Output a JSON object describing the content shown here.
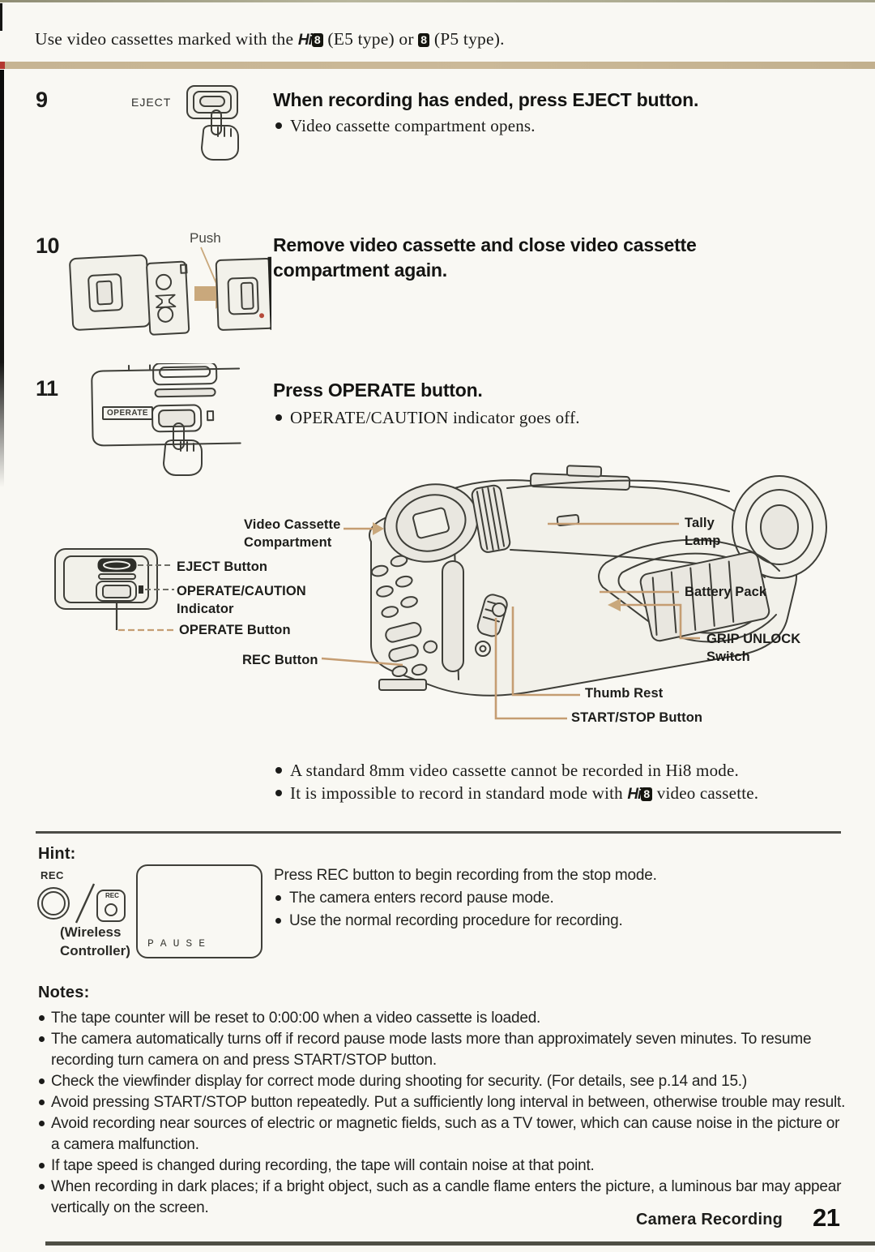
{
  "header": {
    "pre": "Use video cassettes marked with the ",
    "hi8_hi": "Hi",
    "hi8_8": "8",
    "mid": " (E5 type) or ",
    "p8": "8",
    "post": " (P5 type)."
  },
  "steps": {
    "s9": {
      "number": "9",
      "icon_label": "EJECT",
      "heading": "When recording has ended, press EJECT button.",
      "bullet": "Video cassette compartment opens."
    },
    "s10": {
      "number": "10",
      "icon_label": "Push",
      "heading": "Remove video cassette and close video cassette compartment again."
    },
    "s11": {
      "number": "11",
      "icon_label": "OPERATE",
      "heading": "Press OPERATE button.",
      "bullet": "OPERATE/CAUTION indicator goes off."
    }
  },
  "diagram": {
    "labels": {
      "video_cassette_1": "Video Cassette",
      "video_cassette_2": "Compartment",
      "eject": "EJECT Button",
      "op_caution_1": "OPERATE/CAUTION",
      "op_caution_2": "Indicator",
      "operate": "OPERATE Button",
      "rec": "REC Button",
      "tally_1": "Tally",
      "tally_2": "Lamp",
      "battery": "Battery Pack",
      "grip_1": "GRIP UNLOCK",
      "grip_2": "Switch",
      "thumb": "Thumb Rest",
      "startstop": "START/STOP Button"
    },
    "bullet1": "A standard 8mm video cassette cannot be recorded in Hi8 mode.",
    "bullet2_pre": "It is impossible to record in standard mode with ",
    "bullet2_hi": "Hi",
    "bullet2_8": "8",
    "bullet2_post": " video cassette."
  },
  "hint": {
    "title": "Hint:",
    "rec_label": "REC",
    "rec_button_small": "REC",
    "wireless_1": "(Wireless",
    "wireless_2": "Controller)",
    "pause": "PAUSE",
    "lead": "Press REC button to begin recording from the stop mode.",
    "bullets": [
      "The camera enters record pause mode.",
      "Use the normal recording procedure for recording."
    ]
  },
  "notes": {
    "title": "Notes:",
    "items": [
      "The tape counter will be reset to 0:00:00 when a video cassette is loaded.",
      "The camera automatically turns off if record pause mode lasts more than approximately seven minutes. To resume recording turn camera on and press START/STOP button.",
      "Check the viewfinder display for correct mode during shooting for security. (For details, see p.14 and 15.)",
      "Avoid pressing START/STOP button repeatedly. Put a sufficiently long interval in between, otherwise trouble may result.",
      "Avoid recording near sources of electric or magnetic fields, such as a TV tower, which can cause noise in the picture or a camera malfunction.",
      "If tape speed is changed during recording, the tape will contain noise at that point.",
      "When recording in dark places; if a bright object, such as a candle flame enters the picture, a luminous bar may appear vertically on the screen."
    ]
  },
  "footer": {
    "label": "Camera Recording",
    "page": "21"
  },
  "colors": {
    "tan_rule": "#c6b493",
    "leader": "#c59d72",
    "ink": "#1b1b19"
  }
}
